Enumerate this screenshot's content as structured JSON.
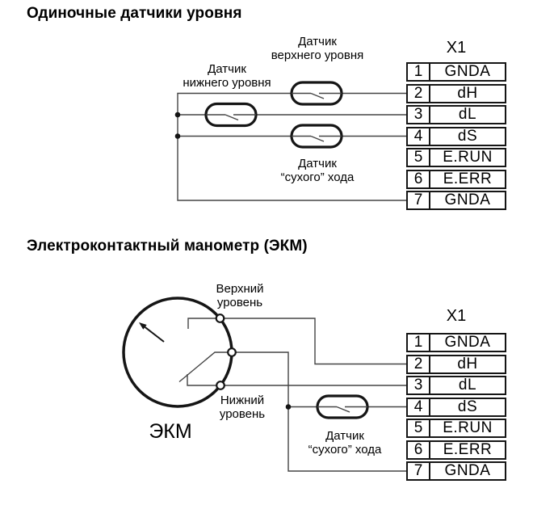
{
  "sections": {
    "top": {
      "title": "Одиночные датчики уровня",
      "connector": {
        "name": "X1",
        "pins": [
          {
            "num": "1",
            "label": "GNDA"
          },
          {
            "num": "2",
            "label": "dH"
          },
          {
            "num": "3",
            "label": "dL"
          },
          {
            "num": "4",
            "label": "dS"
          },
          {
            "num": "5",
            "label": "E.RUN"
          },
          {
            "num": "6",
            "label": "E.ERR"
          },
          {
            "num": "7",
            "label": "GNDA"
          }
        ]
      },
      "sensor_labels": {
        "upper": {
          "line1": "Датчик",
          "line2": "верхнего уровня"
        },
        "lower": {
          "line1": "Датчик",
          "line2": "нижнего уровня"
        },
        "dry": {
          "line1": "Датчик",
          "line2": "“сухого” хода"
        }
      }
    },
    "bottom": {
      "title": "Электроконтактный манометр (ЭКМ)",
      "connector": {
        "name": "X1",
        "pins": [
          {
            "num": "1",
            "label": "GNDA"
          },
          {
            "num": "2",
            "label": "dH"
          },
          {
            "num": "3",
            "label": "dL"
          },
          {
            "num": "4",
            "label": "dS"
          },
          {
            "num": "5",
            "label": "E.RUN"
          },
          {
            "num": "6",
            "label": "E.ERR"
          },
          {
            "num": "7",
            "label": "GNDA"
          }
        ]
      },
      "gauge_label": "ЭКМ",
      "contact_labels": {
        "upper": {
          "line1": "Верхний",
          "line2": "уровень"
        },
        "lower": {
          "line1": "Нижний",
          "line2": "уровень"
        }
      },
      "dry_sensor_label": {
        "line1": "Датчик",
        "line2": "“сухого” хода"
      }
    }
  },
  "colors": {
    "background": "#ffffff",
    "wire": "#454545",
    "shape": "#151515",
    "text": "#000000"
  }
}
